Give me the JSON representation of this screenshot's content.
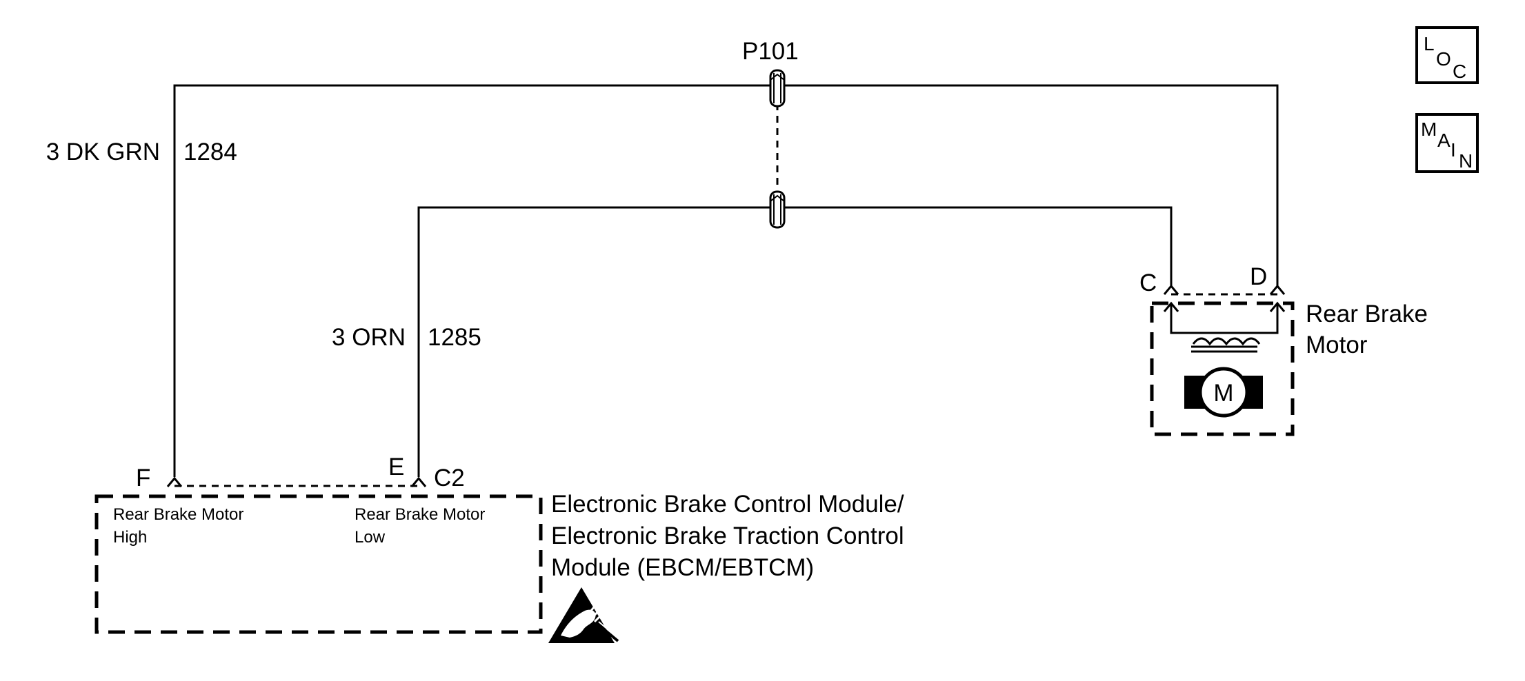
{
  "connector": {
    "name": "P101"
  },
  "wires": [
    {
      "color": "3 DK GRN",
      "circuit": "1284"
    },
    {
      "color": "3 ORN",
      "circuit": "1285"
    }
  ],
  "module": {
    "connector": "C2",
    "pins": [
      {
        "pin": "F",
        "label_line1": "Rear Brake Motor",
        "label_line2": "High"
      },
      {
        "pin": "E",
        "label_line1": "Rear Brake Motor",
        "label_line2": "Low"
      }
    ],
    "name_line1": "Electronic Brake Control Module/",
    "name_line2": "Electronic Brake Traction Control",
    "name_line3": "Module (EBCM/EBTCM)"
  },
  "motor": {
    "name_line1": "Rear Brake",
    "name_line2": "Motor",
    "symbol": "M",
    "pins": [
      "C",
      "D"
    ]
  },
  "buttons": {
    "loc": {
      "l1": "L",
      "l2": "O",
      "l3": "C"
    },
    "main": {
      "l1": "M",
      "l2": "A",
      "l3": "I",
      "l4": "N"
    }
  },
  "icons": {
    "esd": "esd-warning-icon"
  }
}
